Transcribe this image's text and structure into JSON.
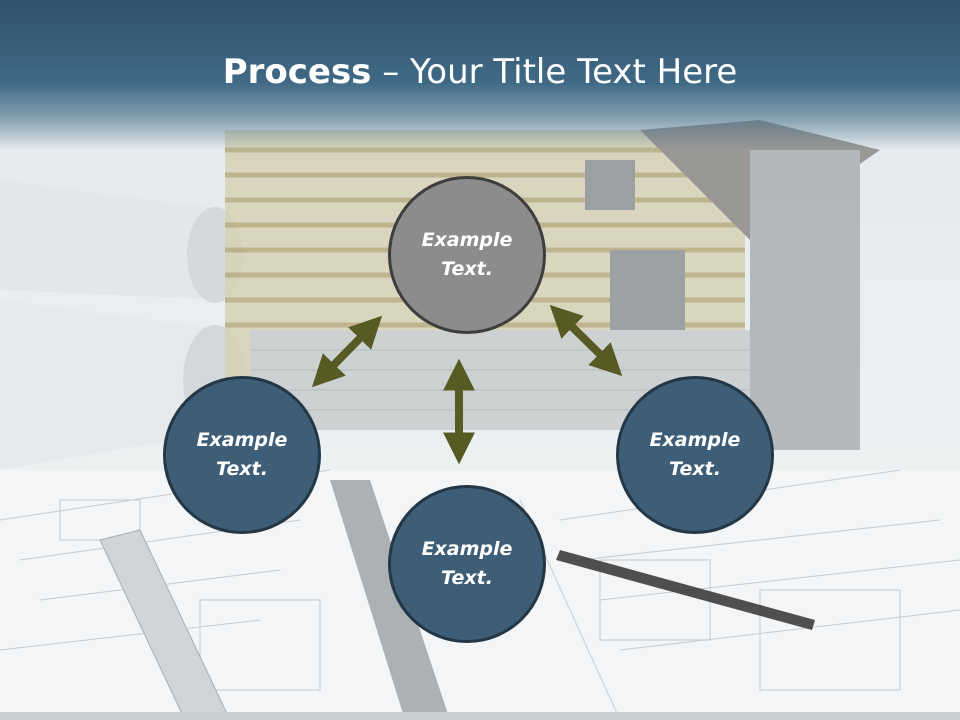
{
  "title": {
    "bold": "Process",
    "rest": " – Your Title Text Here"
  },
  "nodes": {
    "top": "Example\nText.",
    "left": "Example\nText.",
    "right": "Example\nText.",
    "bottom": "Example\nText."
  },
  "colors": {
    "title_bar": "#3f6985",
    "node_fill": "#3e5e77",
    "node_top_fill": "#8c8c8c",
    "arrow": "#565b24"
  }
}
